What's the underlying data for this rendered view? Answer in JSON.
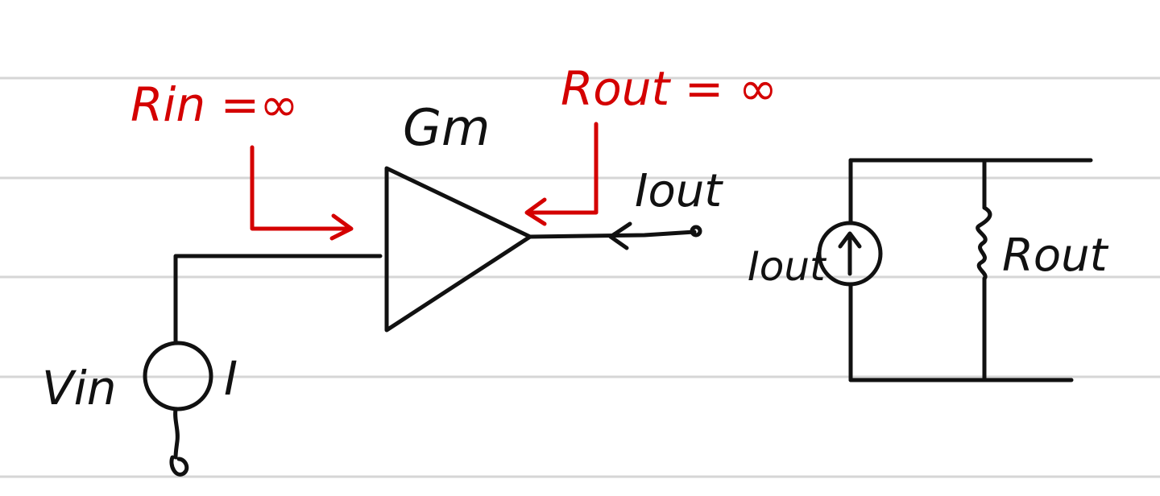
{
  "colors": {
    "ink": "#111111",
    "annotation": "#d40000",
    "ruled_line": "#d6d6d6",
    "paper": "#ffffff"
  },
  "labels": {
    "rin": "Rin =∞",
    "rout_annotation": "Rout = ∞",
    "gm": "Gm",
    "iout_top": "Iout",
    "vin": "Vin",
    "current_i": "I",
    "iout_source": "Iout",
    "rout_resistor": "Rout"
  }
}
